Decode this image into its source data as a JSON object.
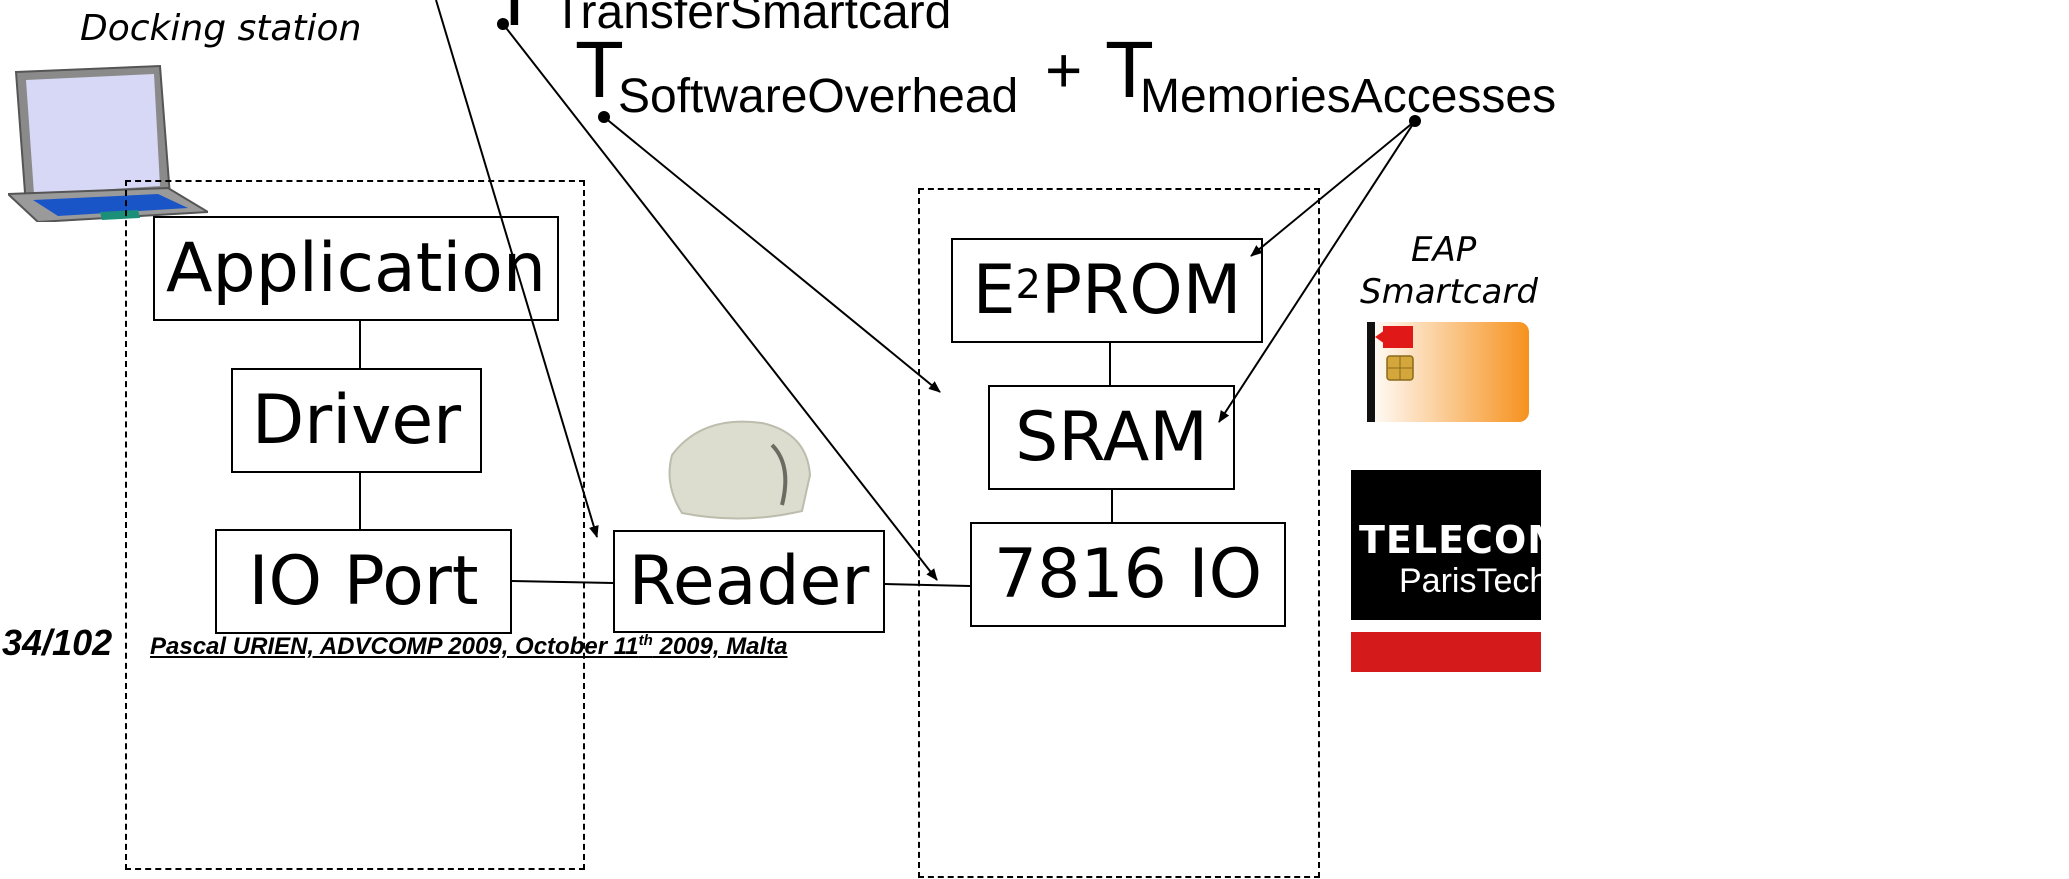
{
  "formula": {
    "t1": "T",
    "s1": "TransferSmartcard",
    "t2": "T",
    "s2": "SoftwareOverhead",
    "plus": "+",
    "t3": "T",
    "s3": "MemoriesAccesses"
  },
  "labels": {
    "docking_station": "Docking station",
    "eap_line1": "EAP",
    "eap_line2": "Smartcard"
  },
  "host_stack": {
    "application": "Application",
    "driver": "Driver",
    "io_port": "IO Port"
  },
  "reader": "Reader",
  "card_stack": {
    "e2prom_base": "E",
    "e2prom_sup": "2",
    "e2prom_rest": "PROM",
    "sram": "SRAM",
    "io7816": "7816 IO"
  },
  "footer": {
    "page": "34/102",
    "credit_pre": "Pascal URIEN, ADVCOMP 2009, October 11",
    "credit_sup": "th",
    "credit_post": " 2009, Malta"
  },
  "logo": {
    "line1": "TELECOM",
    "line2": "ParisTech"
  }
}
